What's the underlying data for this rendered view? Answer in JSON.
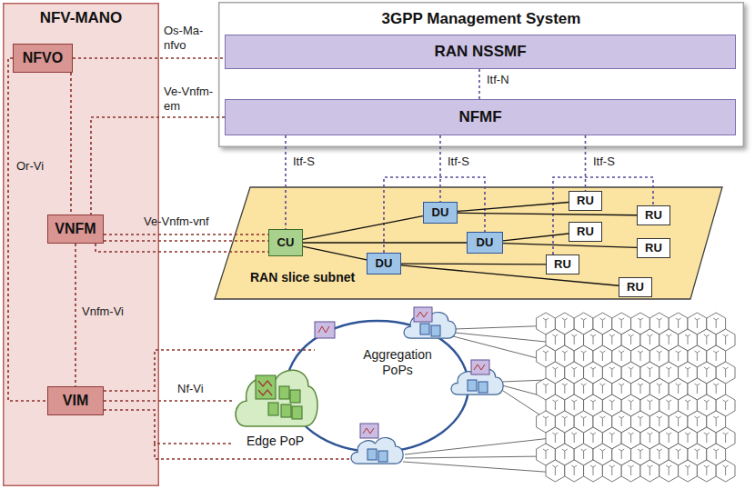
{
  "diagram": {
    "nodes": [
      {
        "text": [
          "NFV-MANO"
        ]
      },
      {
        "text": [
          "NFVO"
        ],
        "in": 0
      },
      {
        "text": [
          "VNFM"
        ],
        "in": 0
      },
      {
        "text": [
          "VIM"
        ],
        "in": 0
      },
      {
        "text": [
          "3GPP Management System"
        ]
      },
      {
        "text": [
          "RAN NSSMF"
        ],
        "in": 4
      },
      {
        "text": [
          "NFMF"
        ],
        "in": 4
      },
      {
        "text": [
          "RAN slice subnet"
        ]
      },
      {
        "text": [
          "CU"
        ],
        "in": 7
      },
      {
        "text": [
          "DU"
        ],
        "in": 7
      },
      {
        "text": [
          "DU"
        ],
        "in": 7
      },
      {
        "text": [
          "DU"
        ],
        "in": 7
      },
      {
        "text": [
          "RU"
        ],
        "in": 7
      },
      {
        "text": [
          "RU"
        ],
        "in": 7
      },
      {
        "text": [
          "RU"
        ],
        "in": 7
      },
      {
        "text": [
          "RU"
        ],
        "in": 7
      },
      {
        "text": [
          "RU"
        ],
        "in": 7
      },
      {
        "text": [
          "RU"
        ],
        "in": 7
      },
      {
        "text": [
          "Edge PoP"
        ]
      }
    ],
    "edges": [
      {
        "from": 1,
        "to": 5,
        "arrow": "none",
        "label": "Os-Ma-nfvo"
      },
      {
        "from": 1,
        "to": 2,
        "arrow": "none"
      },
      {
        "from": 1,
        "to": 3,
        "arrow": "none",
        "label": "Or-Vi"
      },
      {
        "from": 6,
        "to": 2,
        "arrow": "none",
        "label": "Ve-Vnfm-em"
      },
      {
        "from": 2,
        "to": 8,
        "arrow": "none",
        "label": "Ve-Vnfm-vnf"
      },
      {
        "from": 2,
        "to": 3,
        "arrow": "none",
        "label": "Vnfm-Vi"
      },
      {
        "from": 5,
        "to": 6,
        "arrow": "none",
        "label": "Itf-N"
      },
      {
        "from": 6,
        "to": 8,
        "arrow": "none",
        "label": "Itf-S"
      },
      {
        "from": 6,
        "to": 9,
        "arrow": "none",
        "label": "Itf-S"
      },
      {
        "from": 6,
        "to": 12,
        "arrow": "none",
        "label": "Itf-S"
      },
      {
        "from": 3,
        "to": 18,
        "arrow": "none",
        "label": "Nf-Vi"
      },
      {
        "from": 8,
        "to": 9,
        "arrow": "none"
      },
      {
        "from": 8,
        "to": 10,
        "arrow": "none"
      },
      {
        "from": 8,
        "to": 11,
        "arrow": "none"
      },
      {
        "from": 9,
        "to": 12,
        "arrow": "none"
      },
      {
        "from": 9,
        "to": 13,
        "arrow": "none"
      },
      {
        "from": 10,
        "to": 14,
        "arrow": "none"
      },
      {
        "from": 10,
        "to": 15,
        "arrow": "none"
      },
      {
        "from": 11,
        "to": 16,
        "arrow": "none"
      },
      {
        "from": 11,
        "to": 17,
        "arrow": "none"
      }
    ],
    "labels": [
      "Aggregation PoPs"
    ]
  }
}
